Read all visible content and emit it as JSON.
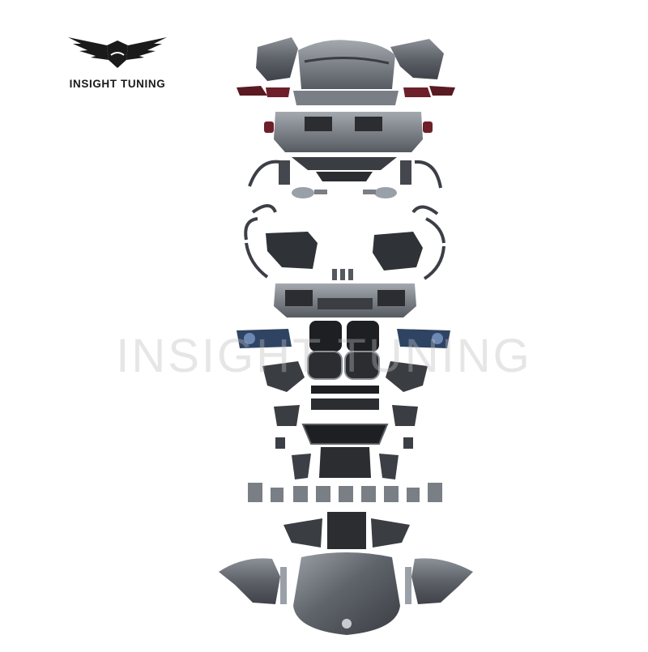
{
  "brand": {
    "name": "INSIGHT TUNING",
    "logo_icon": "winged-shield-emblem"
  },
  "watermark": {
    "text": "INSIGHT TUNING"
  },
  "colors": {
    "background": "#ffffff",
    "part_dark": "#4a4e54",
    "part_mid": "#6b7078",
    "part_light": "#9aa0a7",
    "taillight": "#5a1a22",
    "trim_black": "#1e1f22",
    "headlight": "#2f4463"
  }
}
